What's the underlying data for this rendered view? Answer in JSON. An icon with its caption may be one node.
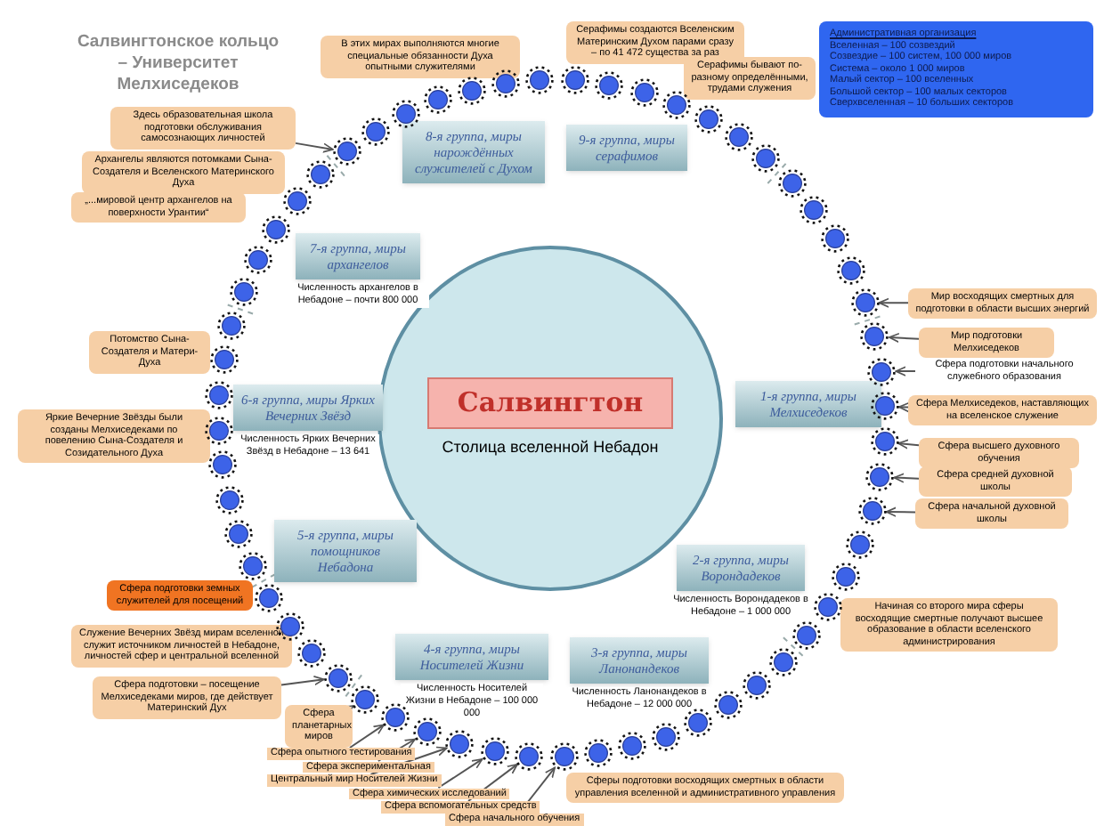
{
  "diagram": {
    "title": "Салвингтонское кольцо – Университет Мелхиседеков",
    "nodes": [
      {
        "text": [
          "Салвингтон",
          "Столица вселенной Небадон"
        ]
      },
      {
        "text": [
          "1-я группа, миры Мелхиседеков"
        ]
      },
      {
        "text": [
          "2-я группа, миры Ворондадеков"
        ],
        "beside": [
          "Численность Ворондадеков в Небадоне – 1 000 000"
        ]
      },
      {
        "text": [
          "3-я группа, миры Ланонандеков"
        ],
        "beside": [
          "Численность Ланонандеков в Небадоне – 12 000 000"
        ]
      },
      {
        "text": [
          "4-я группа, миры Носителей Жизни"
        ],
        "beside": [
          "Численность Носителей Жизни в Небадоне – 100 000 000"
        ]
      },
      {
        "text": [
          "5-я группа, миры помощников Небадона"
        ]
      },
      {
        "text": [
          "6-я группа, миры Ярких Вечерних Звёзд"
        ],
        "beside": [
          "Численность Ярких Вечерних Звёзд в Небадоне – 13 641"
        ]
      },
      {
        "text": [
          "7-я группа, миры архангелов"
        ],
        "beside": [
          "Численность архангелов в Небадоне – почти 800 000"
        ]
      },
      {
        "text": [
          "8-я группа, миры нарождённых служителей с Духом"
        ]
      },
      {
        "text": [
          "9-я группа, миры серафимов"
        ]
      },
      {
        "text": [
          "В этих мирах выполняются многие специальные обязанности Духа опытными служителями"
        ]
      },
      {
        "text": [
          "Здесь образовательная школа подготовки обслуживания самосознающих личностей"
        ]
      },
      {
        "text": [
          "Архангелы являются потомками Сына-Создателя и Вселенского Материнского Духа"
        ]
      },
      {
        "text": [
          "„...мировой центр архангелов на поверхности Урантии“"
        ]
      },
      {
        "text": [
          "Потомство Сына-Создателя и Матери-Духа"
        ]
      },
      {
        "text": [
          "Яркие Вечерние Звёзды были созданы Мелхиседеками по повелению Сына-Создателя и Созидательного Духа"
        ]
      },
      {
        "text": [
          "Сфера подготовки земных служителей для посещений"
        ]
      },
      {
        "text": [
          "Служение Вечерних Звёзд мирам вселенной служит источником личностей в Небадоне, личностей сфер и центральной вселенной"
        ]
      },
      {
        "text": [
          "Сфера подготовки – посещение Мелхиседеками миров, где действует Материнский Дух"
        ]
      },
      {
        "text": [
          "Сфера планетарных миров"
        ]
      },
      {
        "text": [
          "Сфера опытного тестирования"
        ]
      },
      {
        "text": [
          "Сфера экспериментальная"
        ]
      },
      {
        "text": [
          "Центральный мир Носителей Жизни"
        ]
      },
      {
        "text": [
          "Сфера химических исследований"
        ]
      },
      {
        "text": [
          "Сфера вспомогательных средств"
        ]
      },
      {
        "text": [
          "Сфера начального обучения"
        ]
      },
      {
        "text": [
          "Серафимы создаются Вселенским Материнским Духом парами сразу – по 41 472 существа за раз"
        ]
      },
      {
        "text": [
          "Серафимы бывают по-разному определёнными, трудами служения"
        ]
      },
      {
        "text": [
          "Административная организация",
          "Вселенная – 100 созвездий",
          "Созвездие – 100 систем, 100 000 миров",
          "Система – около 1 000 миров",
          "Малый сектор – 100 вселенных",
          "Большой сектор – 100 малых секторов",
          "Сверхвселенная – 10 больших секторов"
        ]
      },
      {
        "text": [
          "Мир восходящих смертных для подготовки в области высших энергий"
        ]
      },
      {
        "text": [
          "Мир подготовки Мелхиседеков"
        ]
      },
      {
        "text": [
          "Сфера подготовки начального служебного образования"
        ]
      },
      {
        "text": [
          "Сфера Мелхиседеков, наставляющих на вселенское служение"
        ]
      },
      {
        "text": [
          "Сфера высшего духовного обучения"
        ]
      },
      {
        "text": [
          "Сфера средней духовной школы"
        ]
      },
      {
        "text": [
          "Сфера начальной духовной школы"
        ]
      },
      {
        "text": [
          "Начиная со второго мира сферы восходящие смертные получают высшее образование в области вселенского администрирования"
        ]
      },
      {
        "text": [
          "Сферы подготовки восходящих смертных в области управления вселенной и административного управления"
        ]
      },
      {
        "text": [],
        "shape": "circle"
      },
      {
        "text": [],
        "shape": "circle"
      },
      {
        "text": [],
        "shape": "circle"
      },
      {
        "text": [],
        "shape": "circle"
      },
      {
        "text": [],
        "shape": "circle"
      },
      {
        "text": [],
        "shape": "circle"
      },
      {
        "text": [],
        "shape": "circle"
      },
      {
        "text": [],
        "shape": "circle"
      },
      {
        "text": [],
        "shape": "circle"
      },
      {
        "text": [],
        "shape": "circle"
      },
      {
        "text": [],
        "shape": "circle"
      },
      {
        "text": [],
        "shape": "circle"
      },
      {
        "text": [],
        "shape": "circle"
      },
      {
        "text": [],
        "shape": "circle"
      },
      {
        "text": [],
        "shape": "circle"
      },
      {
        "text": [],
        "shape": "circle"
      },
      {
        "text": [],
        "shape": "circle"
      },
      {
        "text": [],
        "shape": "circle"
      },
      {
        "text": [],
        "shape": "circle"
      },
      {
        "text": [],
        "shape": "circle"
      },
      {
        "text": [],
        "shape": "circle"
      },
      {
        "text": [],
        "shape": "circle"
      },
      {
        "text": [],
        "shape": "circle"
      },
      {
        "text": [],
        "shape": "circle"
      },
      {
        "text": [],
        "shape": "circle"
      },
      {
        "text": [],
        "shape": "circle"
      },
      {
        "text": [],
        "shape": "circle"
      },
      {
        "text": [],
        "shape": "circle"
      },
      {
        "text": [],
        "shape": "circle"
      },
      {
        "text": [],
        "shape": "circle"
      },
      {
        "text": [],
        "shape": "circle"
      },
      {
        "text": [],
        "shape": "circle"
      },
      {
        "text": [],
        "shape": "circle"
      },
      {
        "text": [],
        "shape": "circle"
      },
      {
        "text": [],
        "shape": "circle"
      },
      {
        "text": [],
        "shape": "circle"
      },
      {
        "text": [],
        "shape": "circle"
      },
      {
        "text": [],
        "shape": "circle"
      },
      {
        "text": [],
        "shape": "circle"
      },
      {
        "text": [],
        "shape": "circle"
      },
      {
        "text": [],
        "shape": "circle"
      },
      {
        "text": [],
        "shape": "circle"
      },
      {
        "text": [],
        "shape": "circle"
      },
      {
        "text": [],
        "shape": "circle"
      },
      {
        "text": [],
        "shape": "circle"
      },
      {
        "text": [],
        "shape": "circle"
      },
      {
        "text": [],
        "shape": "circle"
      },
      {
        "text": [],
        "shape": "circle"
      },
      {
        "text": [],
        "shape": "circle"
      },
      {
        "text": [],
        "shape": "circle"
      },
      {
        "text": [],
        "shape": "circle"
      },
      {
        "text": [],
        "shape": "circle"
      },
      {
        "text": [],
        "shape": "circle"
      },
      {
        "text": [],
        "shape": "circle"
      },
      {
        "text": [],
        "shape": "circle"
      },
      {
        "text": [],
        "shape": "circle"
      },
      {
        "text": [],
        "shape": "circle"
      },
      {
        "text": [],
        "shape": "circle"
      },
      {
        "text": [],
        "shape": "circle"
      },
      {
        "text": [],
        "shape": "circle"
      }
    ],
    "edges": [
      {
        "from": 11,
        "to": 76,
        "arrow": "to"
      },
      {
        "from": 18,
        "to": 59,
        "arrow": "to"
      },
      {
        "from": 19,
        "to": 58,
        "arrow": "to"
      },
      {
        "from": 20,
        "to": 57,
        "arrow": "to"
      },
      {
        "from": 21,
        "to": 56,
        "arrow": "to"
      },
      {
        "from": 22,
        "to": 55,
        "arrow": "to"
      },
      {
        "from": 23,
        "to": 54,
        "arrow": "to"
      },
      {
        "from": 24,
        "to": 53,
        "arrow": "to"
      },
      {
        "from": 25,
        "to": 52,
        "arrow": "to"
      },
      {
        "from": 29,
        "to": 94,
        "arrow": "to"
      },
      {
        "from": 30,
        "to": 95,
        "arrow": "to"
      },
      {
        "from": 31,
        "to": 96,
        "arrow": "to"
      },
      {
        "from": 32,
        "to": 97,
        "arrow": "to"
      },
      {
        "from": 33,
        "to": 38,
        "arrow": "to"
      },
      {
        "from": 34,
        "to": 39,
        "arrow": "to"
      },
      {
        "from": 35,
        "to": 40,
        "arrow": "to"
      }
    ]
  }
}
